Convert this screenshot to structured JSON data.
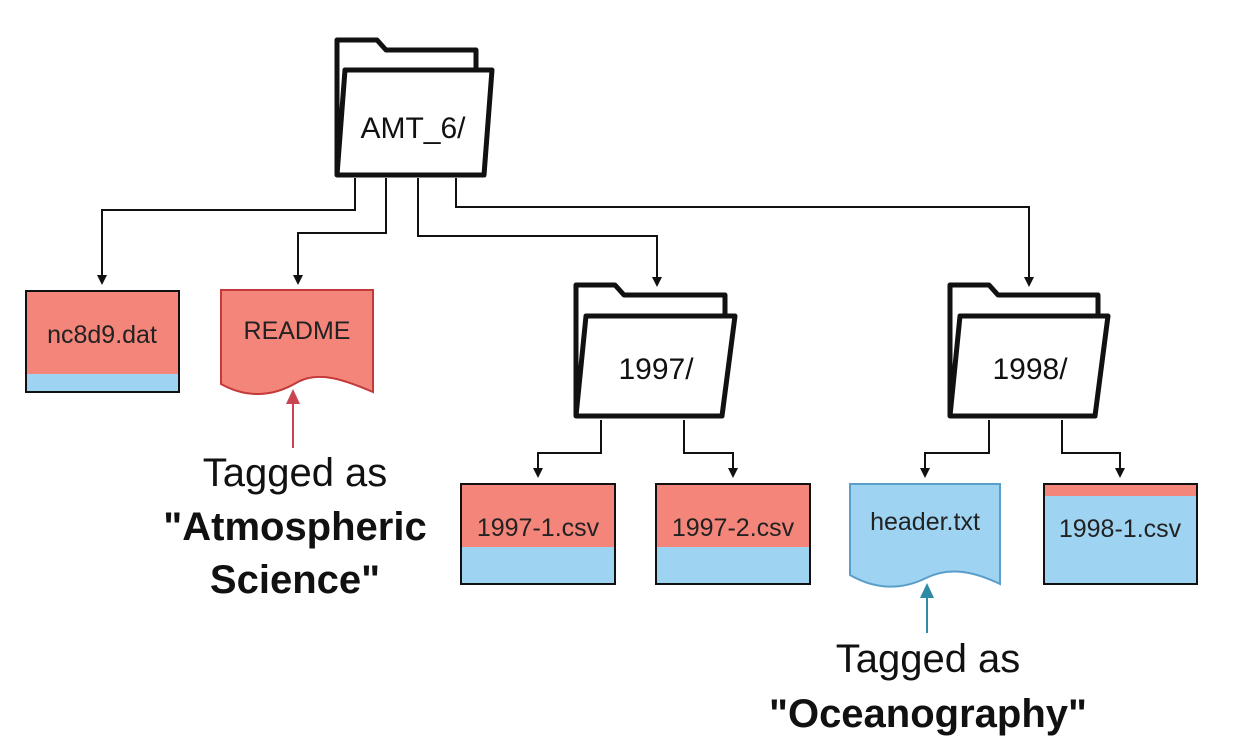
{
  "colors": {
    "atmospheric": "#f4857a",
    "oceanography": "#9ed3f2",
    "outline": "#111111",
    "readme_outline": "#c43a3a",
    "readme_arrow": "#c84450",
    "header_outline": "#5b9ec9",
    "header_arrow": "#2f8aa8"
  },
  "tree": {
    "root": {
      "label": "AMT_6/",
      "icon": "folder-icon"
    },
    "root_children": [
      {
        "label": "nc8d9.dat",
        "kind": "file",
        "tags": [
          "atmospheric",
          "oceanography"
        ],
        "atmospheric_fraction": 0.82
      },
      {
        "label": "README",
        "kind": "document",
        "tag": "atmospheric"
      },
      {
        "label": "1997/",
        "kind": "folder",
        "icon": "folder-icon",
        "children": [
          {
            "label": "1997-1.csv",
            "kind": "file",
            "atmospheric_fraction": 0.62
          },
          {
            "label": "1997-2.csv",
            "kind": "file",
            "atmospheric_fraction": 0.62
          }
        ]
      },
      {
        "label": "1998/",
        "kind": "folder",
        "icon": "folder-icon",
        "children": [
          {
            "label": "header.txt",
            "kind": "document",
            "tag": "oceanography"
          },
          {
            "label": "1998-1.csv",
            "kind": "file",
            "atmospheric_fraction": 0.12
          }
        ]
      }
    ]
  },
  "annotations": {
    "atmospheric": {
      "line1": "Tagged as",
      "line2": "\"Atmospheric",
      "line3": "Science\""
    },
    "oceanography": {
      "line1": "Tagged as",
      "line2": "\"Oceanography\""
    }
  }
}
